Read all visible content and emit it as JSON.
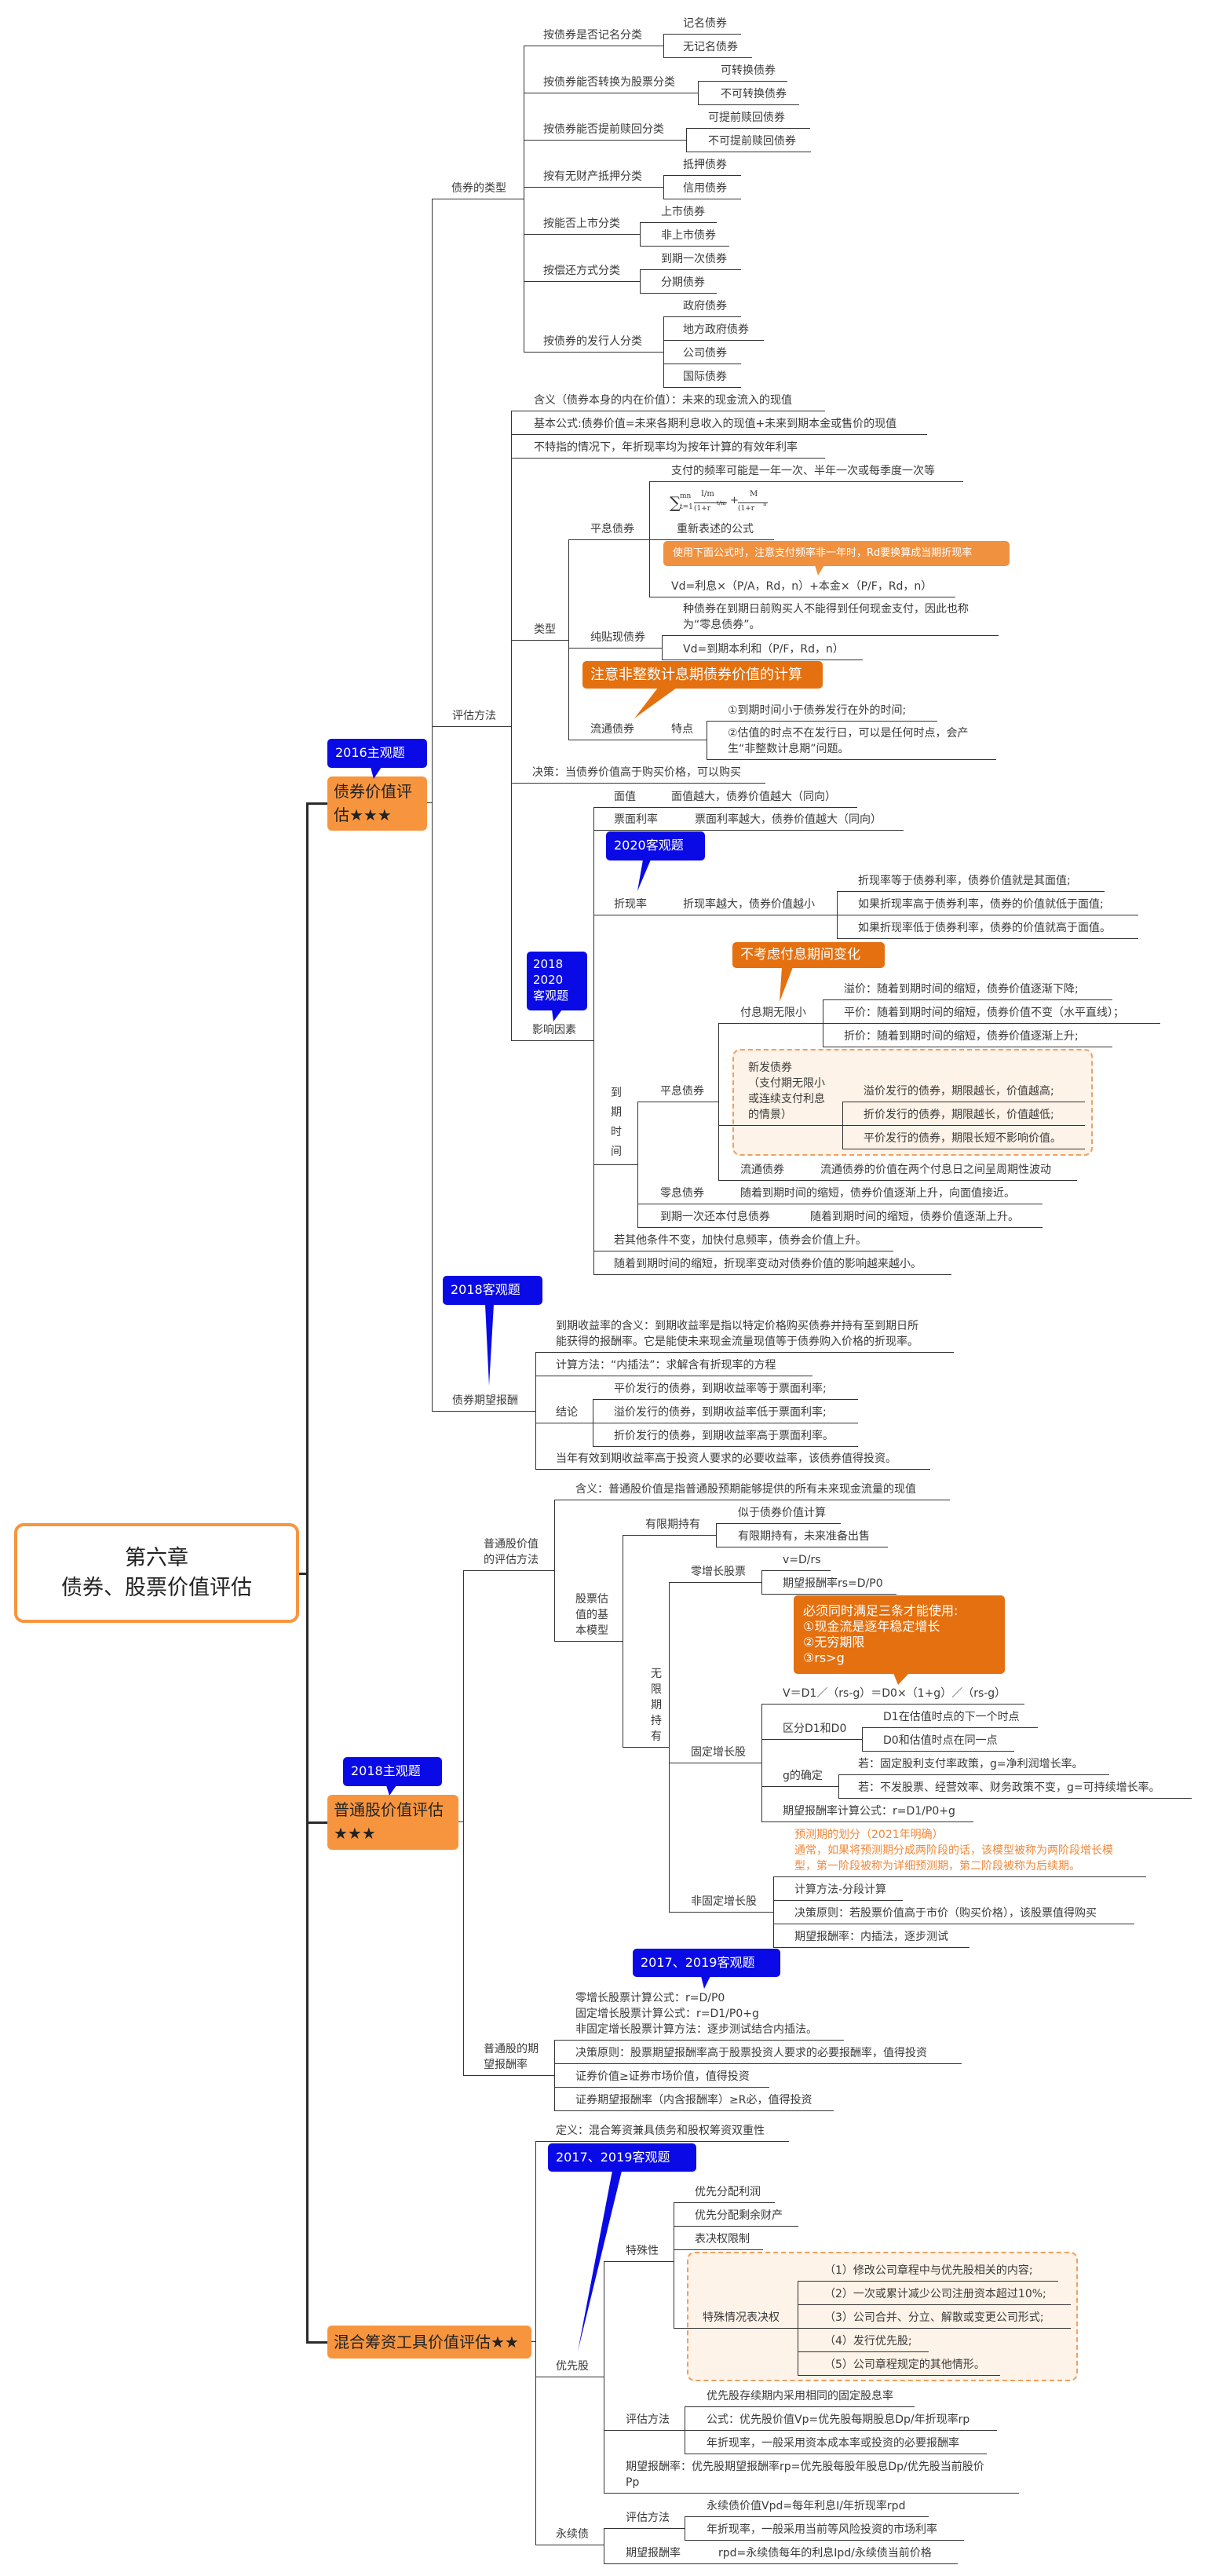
{
  "root": {
    "chapter": "第六章",
    "title": "债券、股票价值评估"
  },
  "colors": {
    "node_orange": "#f7953f",
    "callout_orange": "#e4700f",
    "badge_blue": "#0a0ae6",
    "note_orange": "#f0883a"
  },
  "bond": {
    "badge": "2016主观题",
    "title": "债券价值评估★★★",
    "types": {
      "label": "债券的类型",
      "g": [
        {
          "label": "按债券是否记名分类",
          "items": [
            "记名债券",
            "无记名债券"
          ]
        },
        {
          "label": "按债券能否转换为股票分类",
          "items": [
            "可转换债券",
            "不可转换债券"
          ]
        },
        {
          "label": "按债券能否提前赎回分类",
          "items": [
            "可提前赎回债券",
            "不可提前赎回债券"
          ]
        },
        {
          "label": "按有无财产抵押分类",
          "items": [
            "抵押债券",
            "信用债券"
          ]
        },
        {
          "label": "按能否上市分类",
          "items": [
            "上市债券",
            "非上市债券"
          ]
        },
        {
          "label": "按偿还方式分类",
          "items": [
            "到期一次债券",
            "分期债券"
          ]
        },
        {
          "label": "按债券的发行人分类",
          "items": [
            "政府债券",
            "地方政府债券",
            "公司债券",
            "国际债券"
          ]
        }
      ]
    },
    "method": {
      "label": "评估方法",
      "meaning": "含义（债券本身的内在价值）：未来的现金流入的现值",
      "basic": "基本公式:债券价值=未来各期利息收入的现值+未来到期本金或售价的现值",
      "rate": "不特指的情况下，年折现率均为按年计算的有效年利率",
      "kinds": {
        "label": "类型",
        "level": {
          "label": "平息债券",
          "freq": "支付的频率可能是一年一次、半年一次或每季度一次等",
          "formula": {
            "sum": "∑",
            "upper": "mn",
            "lower": "t=1",
            "num1": "I/m",
            "den1": "(1+r",
            "sub": "d",
            "den1b": ")",
            "exp1": "t/m",
            "plus": "+",
            "num2": "M",
            "den2": "(1+r",
            "den2b": ")",
            "exp2": "n"
          },
          "restate": "重新表述的公式",
          "callout": "使用下面公式时，注意支付频率非一年时，Rd要换算成当期折现率",
          "vd": "Vd=利息×（P/A，Rd，n）+本金×（P/F，Rd，n）"
        },
        "zero": {
          "label": "纯贴现债券",
          "desc": "种债券在到期日前购买人不能得到任何现金支付，因此也称\n为“零息债券”。",
          "vd": "Vd=到期本利和（P/F，Rd，n）"
        },
        "callout": "注意非整数计息期债券价值的计算",
        "traded": {
          "label": "流通债券",
          "feat": "特点",
          "items": [
            "①到期时间小于债券发行在外的时间;",
            "②估值的时点不在发行日，可以是任何时点，会产\n生“非整数计息期”问题。"
          ]
        }
      },
      "decision": "决策：当债券价值高于购买价格，可以购买",
      "factors": {
        "badge": "2018\n2020\n客观题",
        "label": "影响因素",
        "face": [
          "面值",
          "面值越大，债券价值越大（同向）"
        ],
        "coupon": [
          "票面利率",
          "票面利率越大，债券价值越大（同向）"
        ],
        "disc_badge": "2020客观题",
        "disc": [
          "折现率",
          "折现率越大，债券价值越小"
        ],
        "disc_items": [
          "折现率等于债券利率，债券价值就是其面值;",
          "如果折现率高于债券利率，债券的价值就低于面值;",
          "如果折现率低于债券利率，债券的价值就高于面值。"
        ],
        "maturity": {
          "label": "到\n期\n时\n间",
          "level": {
            "label": "平息债券",
            "callout": "不考虑付息期间变化",
            "inf": {
              "label": "付息期无限小",
              "items": [
                "溢价：随着到期时间的缩短，债券价值逐渐下降;",
                "平价：随着到期时间的缩短，债券价值不变（水平直线）；",
                "折价：随着到期时间的缩短，债券价值逐渐上升;"
              ]
            },
            "new": {
              "label": "新发债券\n（支付期无限小\n或连续支付利息\n的情景）",
              "items": [
                "溢价发行的债券，期限越长，价值越高;",
                "折价发行的债券，期限越长，价值越低;",
                "平价发行的债券，期限长短不影响价值。"
              ]
            },
            "traded": [
              "流通债券",
              "流通债券的价值在两个付息日之间呈周期性波动"
            ]
          },
          "zero": [
            "零息债券",
            "随着到期时间的缩短，债券价值逐渐上升，向面值接近。"
          ],
          "once": [
            "到期一次还本付息债券",
            "随着到期时间的缩短，债券价值逐渐上升。"
          ]
        },
        "freq": "若其他条件不变，加快付息频率，债券会价值上升。",
        "sens": "随着到期时间的缩短，折现率变动对债券价值的影响越来越小。"
      }
    },
    "yield": {
      "badge": "2018客观题",
      "label": "债券期望报酬",
      "def": "到期收益率的含义：到期收益率是指以特定价格购买债券并持有至到期日所\n能获得的报酬率。它是能使未来现金流量现值等于债券购入价格的折现率。",
      "calc": "计算方法：“内插法”：求解含有折现率的方程",
      "concl": {
        "label": "结论",
        "items": [
          "平价发行的债券，到期收益率等于票面利率;",
          "溢价发行的债券，到期收益率低于票面利率;",
          "折价发行的债券，到期收益率高于票面利率。"
        ]
      },
      "rule": "当年有效到期收益率高于投资人要求的必要收益率，该债券值得投资。"
    }
  },
  "stock": {
    "badge": "2018主观题",
    "title": "普通股价值评估\n★★★",
    "method": {
      "label": "普通股价值\n的评估方法",
      "meaning": "含义：普通股价值是指普通股预期能够提供的所有未来现金流量的现值",
      "model": {
        "label": "股票估\n值的基\n本模型",
        "finite": {
          "label": "有限期持有",
          "items": [
            "似于债券价值计算",
            "有限期持有，未来准备出售"
          ]
        },
        "infinite": {
          "label": "无\n限\n期\n持\n有",
          "zero": {
            "label": "零增长股票",
            "items": [
              "v=D/rs",
              "期望报酬率rs=D/P0"
            ]
          },
          "callout": "必须同时满足三条才能使用:\n①现金流是逐年稳定增长\n②无穷期限\n③rs>g",
          "fixed": {
            "label": "固定增长股",
            "formula": "V＝D1／（rs-g）＝D0×（1+g）／（rs-g）",
            "d": {
              "label": "区分D1和D0",
              "items": [
                "D1在估值时点的下一个时点",
                "D0和估值时点在同一点"
              ]
            },
            "g": {
              "label": "g的确定",
              "items": [
                "若：固定股利支付率政策，g=净利润增长率。",
                "若：不发股票、经营效率、财务政策不变，g=可持续增长率。"
              ]
            },
            "r": "期望报酬率计算公式：r=D1/P0+g"
          },
          "nonfixed": {
            "label": "非固定增长股",
            "note": "预测期的划分（2021年明确）\n通常，如果将预测期分成两阶段的话，该模型被称为两阶段增长模\n型，第一阶段被称为详细预测期，第二阶段被称为后续期。",
            "items": [
              "计算方法-分段计算",
              "决策原则：若股票价值高于市价（购买价格），该股票值得购买",
              "期望报酬率：内插法，逐步测试"
            ]
          }
        }
      }
    },
    "expected": {
      "badge": "2017、2019客观题",
      "label": "普通股的期\n望报酬率",
      "formulas": "零增长股票计算公式：r=D/P0\n固定增长股票计算公式：r=D1/P0+g\n非固定增长股票计算方法：逐步测试结合内插法。",
      "decision": "决策原则：股票期望报酬率高于股票投资人要求的必要报酬率，值得投资",
      "v1": "证券价值≥证券市场价值，值得投资",
      "v2": "证券期望报酬率（内含报酬率）≥R必，值得投资"
    }
  },
  "hybrid": {
    "title": "混合筹资工具价值评估★★",
    "badge": "2017、2019客观题",
    "def": "定义：混合筹资兼具债务和股权筹资双重性",
    "pref": {
      "label": "优先股",
      "special": {
        "label": "特殊性",
        "items": [
          "优先分配利润",
          "优先分配剩余财产",
          "表决权限制"
        ],
        "vote": {
          "label": "特殊情况表决权",
          "items": [
            "（1）修改公司章程中与优先股相关的内容;",
            "（2）一次或累计减少公司注册资本超过10%;",
            "（3）公司合并、分立、解散或变更公司形式;",
            "（4）发行优先股;",
            "（5）公司章程规定的其他情形。"
          ]
        }
      },
      "eval": {
        "label": "评估方法",
        "items": [
          "优先股存续期内采用相同的固定股息率",
          "公式：优先股价值Vp=优先股每期股息Dp/年折现率rp",
          "年折现率，一般采用资本成本率或投资的必要报酬率"
        ]
      },
      "expected": "期望报酬率：优先股期望报酬率rp=优先股每股年股息Dp/优先股当前股价\nPp"
    },
    "perp": {
      "label": "永续债",
      "eval": {
        "label": "评估方法",
        "items": [
          "永续债价值Vpd=每年利息I/年折现率rpd",
          "年折现率，一般采用当前等风险投资的市场利率"
        ]
      },
      "exp": [
        "期望报酬率",
        "rpd=永续债每年的利息Ipd/永续债当前价格"
      ]
    }
  }
}
